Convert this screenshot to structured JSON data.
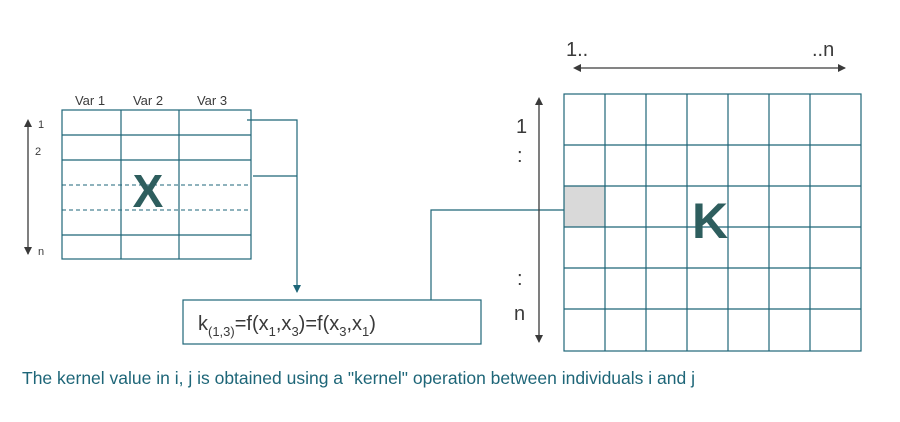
{
  "x_matrix": {
    "columns": [
      "Var 1",
      "Var 2",
      "Var 3"
    ],
    "row_labels": [
      "1",
      "2",
      "n"
    ],
    "symbol": "X"
  },
  "k_matrix": {
    "top_left_label": "1..",
    "top_right_label": "..n",
    "left_top_label": "1",
    "left_dots_top": ":",
    "left_dots_bottom": ":",
    "left_bottom_label": "n",
    "symbol": "K"
  },
  "formula": {
    "k": "k",
    "k_sub": "(1,3)",
    "eq1": "=f(x",
    "s1": "1",
    "comma1": ",x",
    "s2": "3",
    "eq2": ")=f(x",
    "s3": "3",
    "comma2": ",x",
    "s4": "1",
    "close": ")"
  },
  "caption": "The kernel value in i, j is obtained using a \"kernel\" operation between individuals i and j",
  "colors": {
    "teal_line": "#1e6678",
    "symbol": "#2e5e5e",
    "highlight_cell": "#d9d9d9",
    "text": "#3a3a3a"
  }
}
